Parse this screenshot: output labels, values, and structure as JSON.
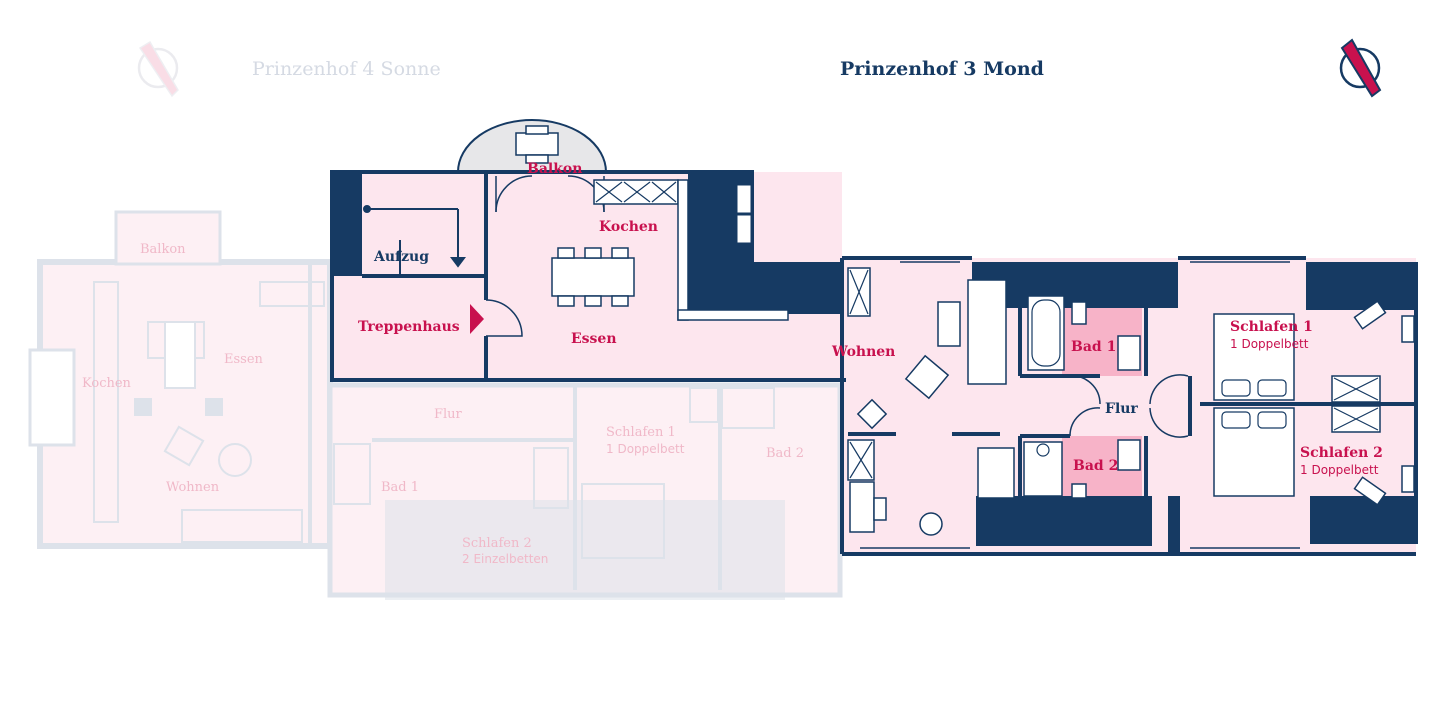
{
  "titles": {
    "left": "Prinzenhof 4 Sonne",
    "right": "Prinzenhof 3 Mond"
  },
  "colors": {
    "wall": "#163a63",
    "room_fill": "#fde6ee",
    "bath_fill": "#f7b3c8",
    "accent": "#c8114e",
    "ghost_wall": "#dde2ea",
    "ghost_text": "#f0b8c8"
  },
  "icons": {
    "compass_left": "compass-icon",
    "compass_right": "compass-icon"
  },
  "left_unit": {
    "rooms": {
      "balkon": "Balkon",
      "essen": "Essen",
      "kochen": "Kochen",
      "wohnen": "Wohnen",
      "flur": "Flur",
      "schlafen1": "Schlafen 1",
      "schlafen1_sub": "1 Doppelbett",
      "bad2": "Bad 2",
      "bad1": "Bad 1",
      "schlafen2": "Schlafen 2",
      "schlafen2_sub": "2 Einzelbetten"
    }
  },
  "right_unit": {
    "rooms": {
      "balkon": "Balkon",
      "kochen": "Kochen",
      "aufzug": "Aufzug",
      "treppenhaus": "Treppenhaus",
      "essen": "Essen",
      "wohnen": "Wohnen",
      "bad1": "Bad 1",
      "flur": "Flur",
      "bad2": "Bad 2",
      "schlafen1": "Schlafen 1",
      "schlafen1_sub": "1 Doppelbett",
      "schlafen2": "Schlafen 2",
      "schlafen2_sub": "1 Doppelbett"
    }
  }
}
